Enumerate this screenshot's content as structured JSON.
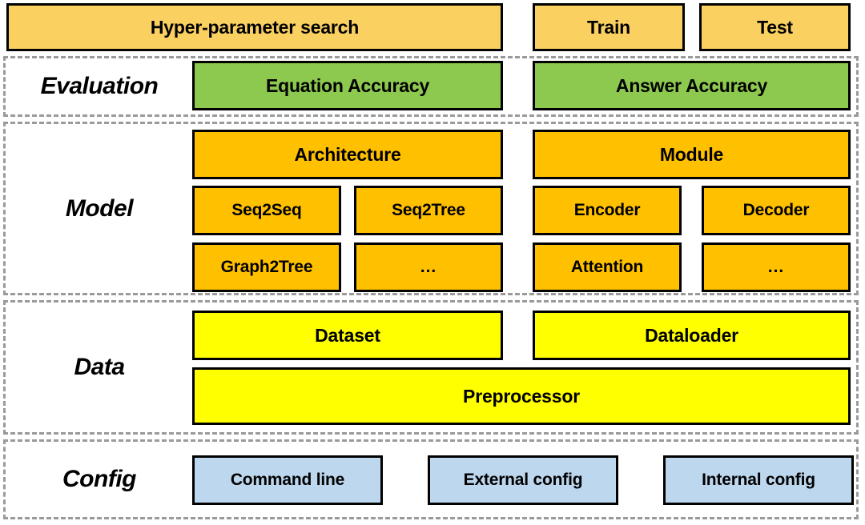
{
  "diagram": {
    "title": "Framework architecture stack",
    "colors": {
      "pipeline": "#fad061",
      "evaluation": "#8dc84f",
      "model": "#ffc000",
      "data": "#ffff00",
      "config": "#bdd7ee",
      "box_border": "#000000",
      "section_border": "#9a9a9a",
      "background": "#ffffff"
    }
  },
  "pipeline_row": {
    "label": "",
    "boxes": [
      {
        "text": "Hyper-parameter search"
      },
      {
        "text": "Train"
      },
      {
        "text": "Test"
      }
    ]
  },
  "evaluation_section": {
    "label": "Evaluation",
    "boxes": [
      {
        "text": "Equation Accuracy"
      },
      {
        "text": "Answer Accuracy"
      }
    ]
  },
  "model_section": {
    "label": "Model",
    "headers": [
      {
        "text": "Architecture"
      },
      {
        "text": "Module"
      }
    ],
    "left_column": [
      {
        "text": "Seq2Seq"
      },
      {
        "text": "Seq2Tree"
      },
      {
        "text": "Graph2Tree"
      },
      {
        "text": "..."
      }
    ],
    "right_column": [
      {
        "text": "Encoder"
      },
      {
        "text": "Decoder"
      },
      {
        "text": "Attention"
      },
      {
        "text": "..."
      }
    ]
  },
  "data_section": {
    "label": "Data",
    "top_boxes": [
      {
        "text": "Dataset"
      },
      {
        "text": "Dataloader"
      }
    ],
    "wide_box": {
      "text": "Preprocessor"
    }
  },
  "config_section": {
    "label": "Config",
    "boxes": [
      {
        "text": "Command line"
      },
      {
        "text": "External config"
      },
      {
        "text": "Internal config"
      }
    ]
  }
}
